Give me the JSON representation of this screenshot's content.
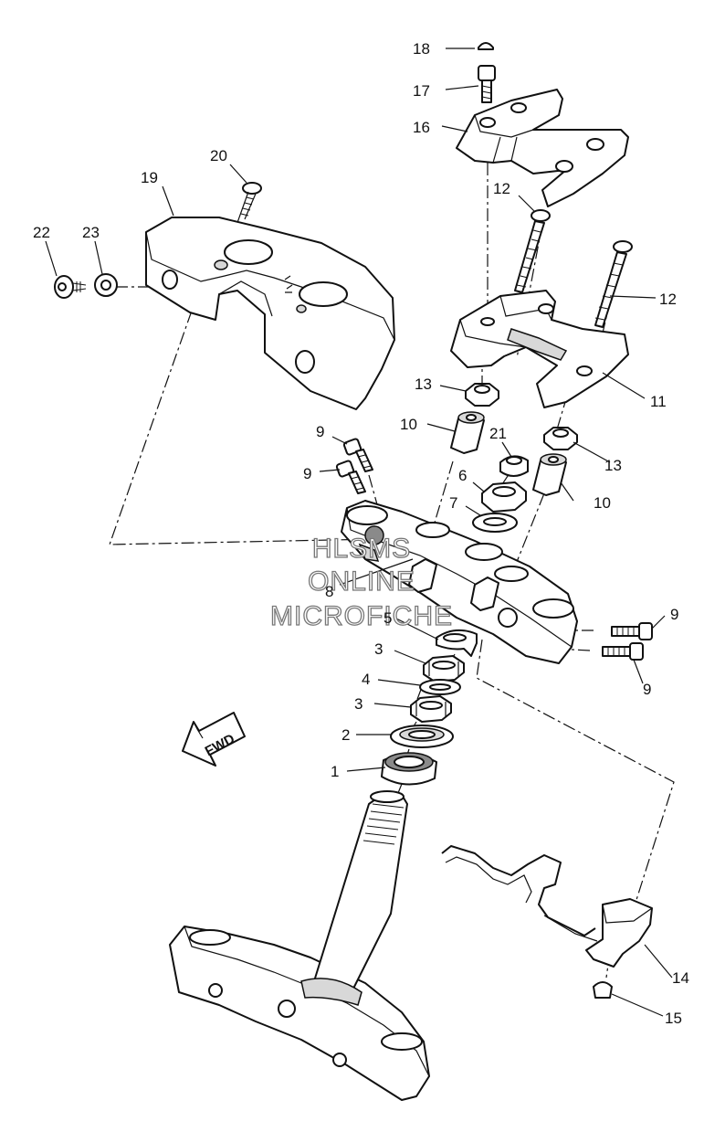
{
  "callouts": {
    "c1": "1",
    "c2": "2",
    "c3a": "3",
    "c3b": "3",
    "c4": "4",
    "c5": "5",
    "c6": "6",
    "c7": "7",
    "c8": "8",
    "c9a": "9",
    "c9b": "9",
    "c9c": "9",
    "c9d": "9",
    "c10a": "10",
    "c10b": "10",
    "c11": "11",
    "c12a": "12",
    "c12b": "12",
    "c13a": "13",
    "c13b": "13",
    "c14": "14",
    "c15": "15",
    "c16": "16",
    "c17": "17",
    "c18": "18",
    "c19": "19",
    "c20": "20",
    "c21": "21",
    "c22": "22",
    "c23": "23"
  },
  "watermark": {
    "line1": "HLSMS",
    "line2": "ONLINE",
    "line3": "MICROFICHE"
  },
  "fwd_label": "FWD",
  "colors": {
    "line": "#111111",
    "shade": "#8a8a8a",
    "watermark": "#777777"
  }
}
